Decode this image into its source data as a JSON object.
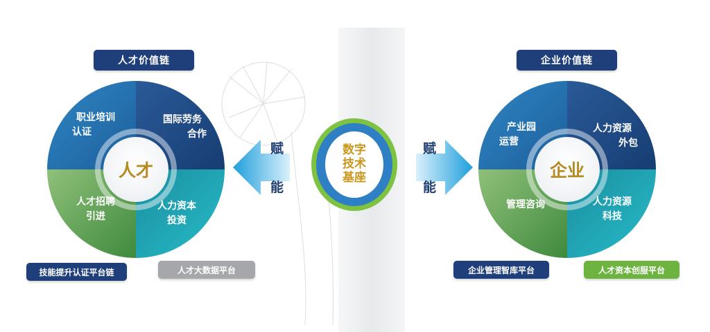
{
  "left_wheel": {
    "header": "人才价值链",
    "hub": "人才",
    "segments": {
      "top_left": [
        "职业培训",
        "认证"
      ],
      "top_right": [
        "国际劳务",
        "合作"
      ],
      "bottom_left": [
        "人才招聘",
        "引进"
      ],
      "bottom_right": [
        "人力资本",
        "投资"
      ]
    },
    "platform_primary": "技能提升认证平台链",
    "platform_secondary": "人才大数据平台"
  },
  "right_wheel": {
    "header": "企业价值链",
    "hub": "企业",
    "segments": {
      "top_left": [
        "产业园",
        "运营"
      ],
      "top_right": [
        "人力资源",
        "外包"
      ],
      "bottom_left": [
        "管理咨询"
      ],
      "bottom_right": [
        "人力资源",
        "科技"
      ]
    },
    "platform_primary": "企业管理智库平台",
    "platform_secondary": "人才资本创服平台"
  },
  "arrows": {
    "left": [
      "赋",
      "能"
    ],
    "right": [
      "赋",
      "能"
    ]
  },
  "center": {
    "lines": [
      "数字",
      "技术",
      "基座"
    ]
  },
  "colors": {
    "navy": "#1f3f7a",
    "teal": "#1c9aa6",
    "green": "#5c9f48",
    "arrow_blue": "#29a7e0",
    "gray": "#a5a7aa",
    "lime": "#6db33f",
    "gold": "#c9971c"
  }
}
